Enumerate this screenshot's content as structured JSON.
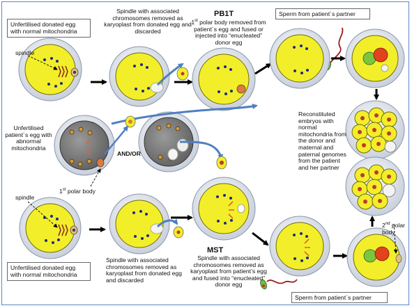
{
  "labels": {
    "box_top_left": "Unfertilised donated egg with normal mitochondria",
    "box_bottom_left": "Unfertilised donated egg with normal mitochondria",
    "box_sperm_top": "Sperm from patient´s partner",
    "box_sperm_bottom": "Sperm from patient´s partner",
    "spindle_top": "spindle",
    "spindle_bottom": "spindle",
    "spindle_removed_top": "Spindle with associated chromosomes removed as karyoplast from donated egg and discarded",
    "spindle_removed_bottom": "Spindle with associated chromosomes removed as karyoplast from donated egg and discarded",
    "pb1t_title": "PB1T",
    "pb1t_pre": "1",
    "pb1t_sup": "st",
    "pb1t_text": " polar body removed from patient´s egg and fused or injected into “enucleated” donor egg",
    "patient_egg": "Unfertilised patient´s egg with abnormal mitochondria",
    "and_or": "AND/OR",
    "polar_pre": "1",
    "polar_sup": "st",
    "polar_text": " polar body",
    "mst_title": "MST",
    "mst_text": "Spindle with associated chromosomes removed as karyoplast from patient’s egg and fused into “enucleated” donor egg",
    "reconstituted": "Reconstituted embryos with normal mitochondria from the donor and maternal and paternal genomes from the patient and her partner",
    "second_pre": "2",
    "second_sup": "nd",
    "second_text": " polar body"
  },
  "colors": {
    "cytoplasm": "#f2ee2a",
    "zona": "#dfe4ee",
    "arrow_blue": "#4f7fc0",
    "patient_cytoplasm": "#8a8a8a",
    "frame": "#5a86c8"
  }
}
